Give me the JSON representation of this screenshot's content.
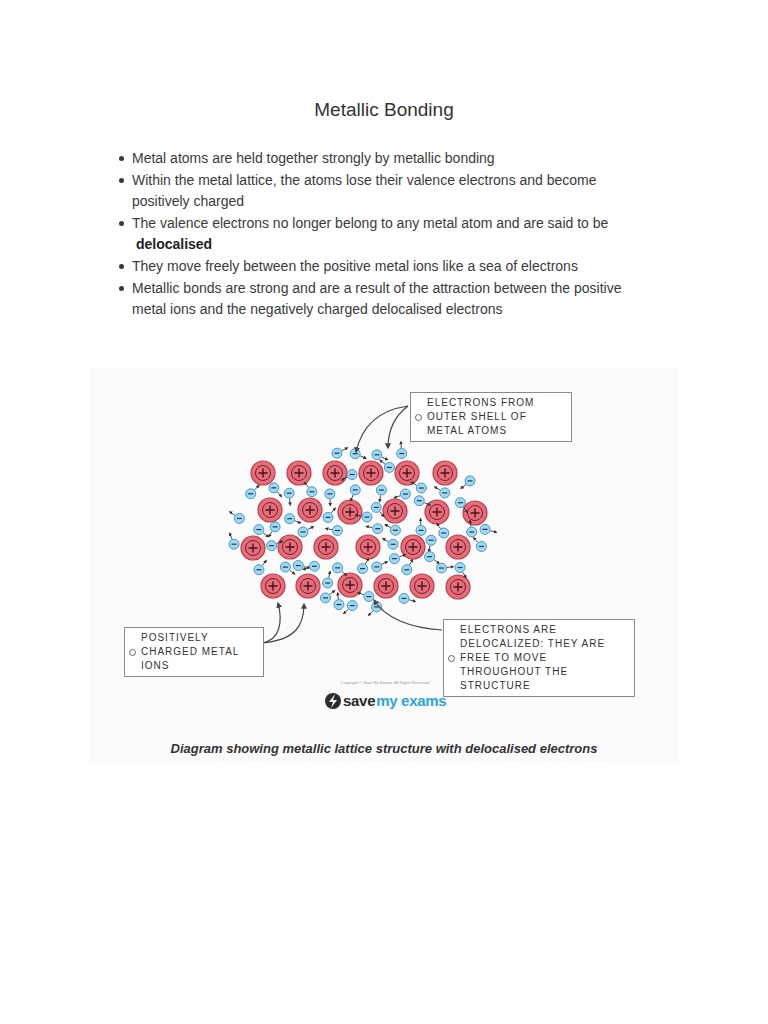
{
  "diagram": {
    "title": "Metallic Bonding",
    "caption": "Diagram showing metallic lattice structure with delocalised electrons",
    "nodes": [
      {
        "text": [
          "ELECTRONS FROM OUTER SHELL OF METAL ATOMS"
        ]
      },
      {
        "text": [
          "POSITIVELY CHARGED METAL IONS"
        ]
      },
      {
        "text": [
          "ELECTRONS ARE DELOCALIZED: THEY ARE FREE TO MOVE THROUGHOUT THE STRUCTURE"
        ]
      }
    ],
    "labels": [
      "Metal atoms are held together strongly by metallic bonding",
      "Within the metal lattice, the atoms lose their valence electrons and become positively charged",
      "The valence electrons no longer belong to any metal atom and are said to be",
      "delocalised",
      "They move freely between the positive metal ions like a sea of electrons",
      "Metallic bonds are strong and are a result of the attraction between the positive metal ions and the negatively charged delocalised electrons",
      "Copyright © Save My Exams. All Rights Reserved",
      "save",
      "my exams"
    ]
  }
}
